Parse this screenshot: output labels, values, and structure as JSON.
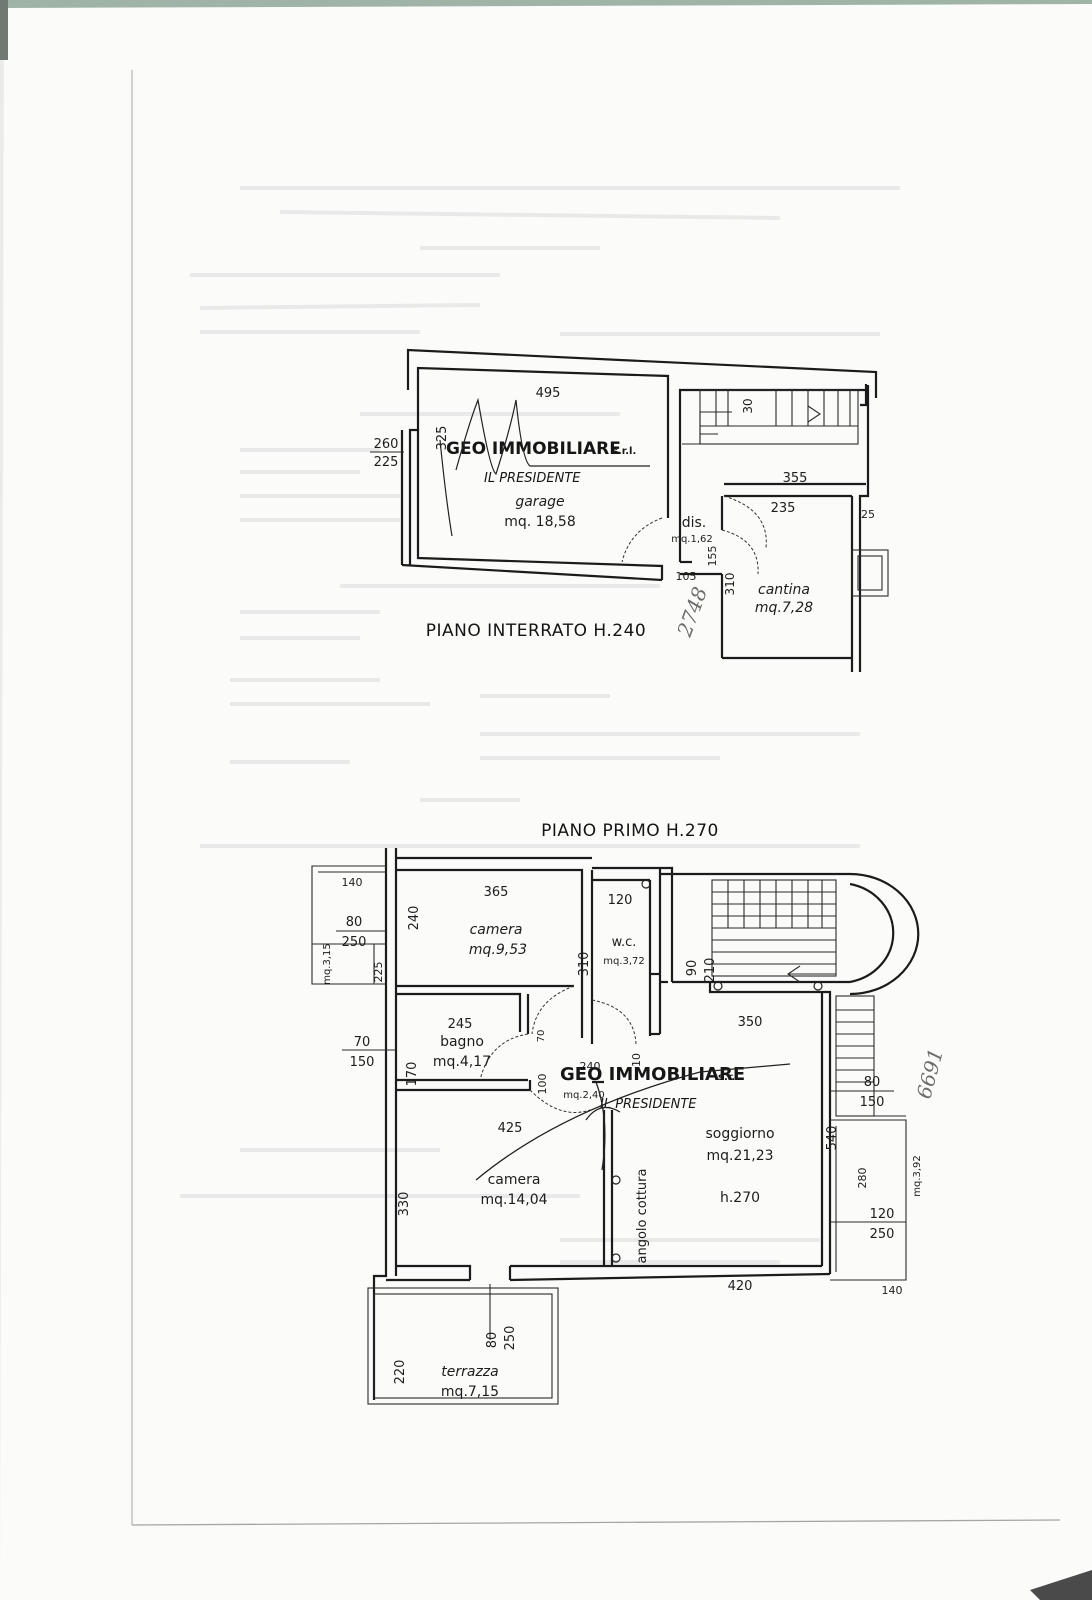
{
  "plans": {
    "basement": {
      "caption": "PIANO INTERRATO H.240",
      "dims": {
        "top": "495",
        "h260": "260",
        "h225": "225",
        "v325": "325",
        "w355": "355",
        "w235": "235",
        "v25": "25",
        "v105": "105",
        "v155": "155",
        "v310": "310",
        "v30": "30"
      },
      "rooms": {
        "garage": {
          "name": "garage",
          "area": "mq. 18,58"
        },
        "dis": {
          "name": "dis.",
          "area": "mq.1,62"
        },
        "cantina": {
          "name": "cantina",
          "area": "mq.7,28"
        }
      },
      "handwritten": "2748"
    },
    "first_floor": {
      "caption": "PIANO PRIMO H.270",
      "dims": {
        "d140a": "140",
        "d80a": "80",
        "d250a": "250",
        "d240": "240",
        "d225": "225",
        "d365": "365",
        "d120": "120",
        "d310": "310",
        "d90": "90",
        "d210": "210",
        "d350": "350",
        "d245": "245",
        "d70a": "70",
        "d150a": "150",
        "d170": "170",
        "d70b": "70",
        "d100": "100",
        "d240b": "240",
        "d10": "10",
        "d80b": "80",
        "d150b": "150",
        "d425": "425",
        "d540": "540",
        "d280": "280",
        "d330": "330",
        "d120b": "120",
        "d250b": "250",
        "d420": "420",
        "d140b": "140",
        "d80c": "80",
        "d250c": "250",
        "d220": "220"
      },
      "rooms": {
        "camera1": {
          "name": "camera",
          "area": "mq.9,53"
        },
        "wc": {
          "name": "w.c.",
          "area": "mq.3,72"
        },
        "balcony_left": {
          "area": "mq.3,15"
        },
        "bagno": {
          "name": "bagno",
          "area": "mq.4,17"
        },
        "dis": {
          "area": "mq.2,40"
        },
        "soggiorno": {
          "name": "soggiorno",
          "area": "mq.21,23",
          "height": "h.270"
        },
        "angolo": {
          "name": "angolo cottura"
        },
        "camera2": {
          "name": "camera",
          "area": "mq.14,04"
        },
        "balcony_right": {
          "area": "mq.3,92"
        },
        "terrazza": {
          "name": "terrazza",
          "area": "mq.7,15"
        }
      },
      "handwritten": "6691"
    }
  },
  "stamps": {
    "company": "GEO IMMOBILIARE",
    "suffix": "s.r.l.",
    "role": "IL PRESIDENTE"
  },
  "colors": {
    "paper": "#fbfbfa",
    "background": "#e9ece9",
    "ink": "#1b1b1b",
    "handwriting": "#6d6d6d"
  }
}
